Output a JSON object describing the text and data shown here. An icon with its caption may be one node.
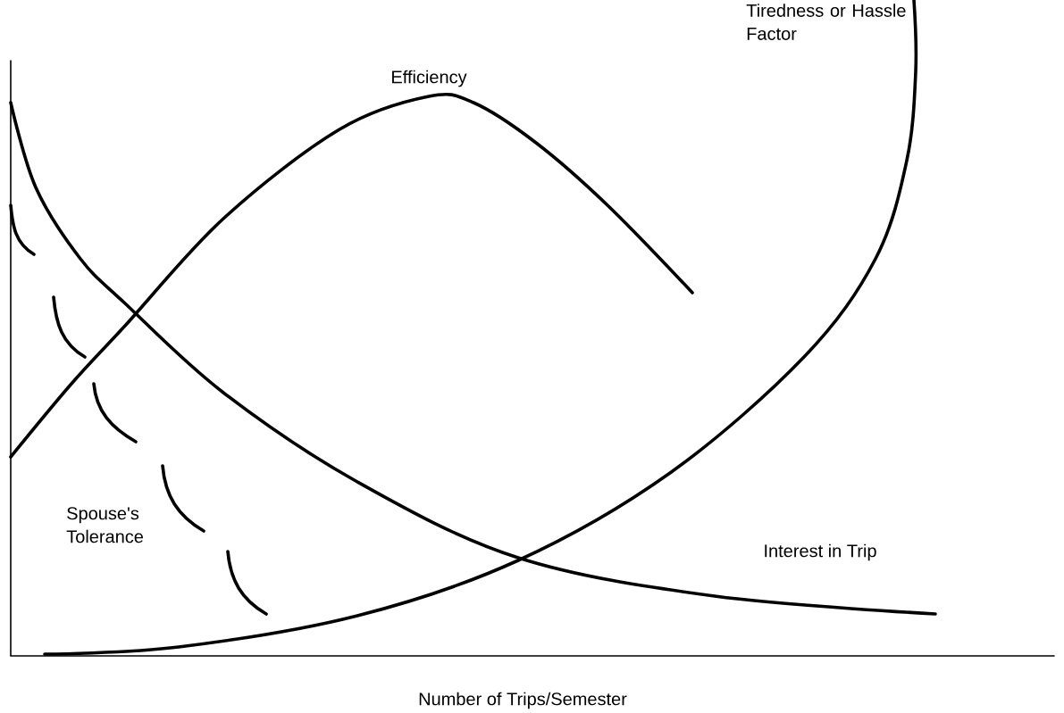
{
  "diagram": {
    "labels": [
      "Tiredness or Hassle Factor",
      "Efficiency",
      "Spouse's Tolerance",
      "Interest in Trip",
      "Number of Trips/Semester"
    ]
  }
}
